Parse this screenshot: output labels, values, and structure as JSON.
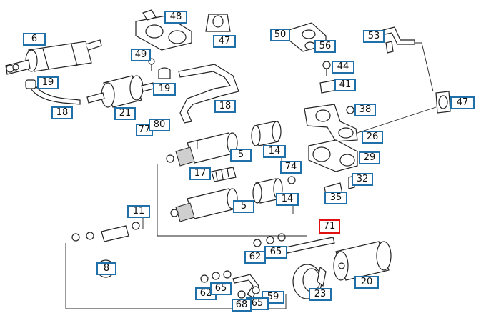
{
  "diagram": {
    "callouts": [
      {
        "id": "c6",
        "text": "6"
      },
      {
        "id": "c48",
        "text": "48"
      },
      {
        "id": "c47a",
        "text": "47"
      },
      {
        "id": "c50",
        "text": "50"
      },
      {
        "id": "c56",
        "text": "56"
      },
      {
        "id": "c53",
        "text": "53"
      },
      {
        "id": "c49",
        "text": "49"
      },
      {
        "id": "c19a",
        "text": "19"
      },
      {
        "id": "c19b",
        "text": "19"
      },
      {
        "id": "c44",
        "text": "44"
      },
      {
        "id": "c41",
        "text": "41"
      },
      {
        "id": "c47b",
        "text": "47"
      },
      {
        "id": "c18a",
        "text": "18"
      },
      {
        "id": "c18b",
        "text": "18"
      },
      {
        "id": "c21",
        "text": "21"
      },
      {
        "id": "c38",
        "text": "38"
      },
      {
        "id": "c77",
        "text": "77"
      },
      {
        "id": "c80",
        "text": "80"
      },
      {
        "id": "c26",
        "text": "26"
      },
      {
        "id": "c5a",
        "text": "5"
      },
      {
        "id": "c14a",
        "text": "14"
      },
      {
        "id": "c29",
        "text": "29"
      },
      {
        "id": "c17",
        "text": "17"
      },
      {
        "id": "c74",
        "text": "74"
      },
      {
        "id": "c32",
        "text": "32"
      },
      {
        "id": "c14b",
        "text": "14"
      },
      {
        "id": "c35",
        "text": "35"
      },
      {
        "id": "c5b",
        "text": "5"
      },
      {
        "id": "c11",
        "text": "11"
      },
      {
        "id": "c71",
        "text": "71",
        "highlighted": true
      },
      {
        "id": "c65a",
        "text": "65"
      },
      {
        "id": "c62a",
        "text": "62"
      },
      {
        "id": "c8",
        "text": "8"
      },
      {
        "id": "c20",
        "text": "20"
      },
      {
        "id": "c62b",
        "text": "62"
      },
      {
        "id": "c65b",
        "text": "65"
      },
      {
        "id": "c23",
        "text": "23"
      },
      {
        "id": "c59",
        "text": "59"
      },
      {
        "id": "c65c",
        "text": "65"
      },
      {
        "id": "c68",
        "text": "68"
      }
    ],
    "colors": {
      "callout_border": "#1f6fa8",
      "highlight_border": "#e01010",
      "line": "#222222"
    }
  }
}
